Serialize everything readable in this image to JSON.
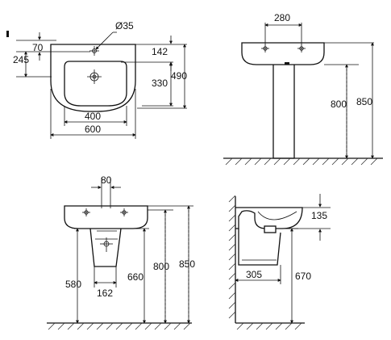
{
  "front_view": {
    "hole_diameter": "Ø35",
    "dim_70": "70",
    "dim_245": "245",
    "dim_142": "142",
    "dim_330": "330",
    "dim_490": "490",
    "dim_400": "400",
    "dim_600": "600"
  },
  "pedestal_side_view": {
    "dim_280": "280",
    "dim_800": "800",
    "dim_850": "850"
  },
  "semi_pedestal_front_view": {
    "dim_80": "80",
    "dim_580": "580",
    "dim_162": "162",
    "dim_660": "660",
    "dim_800": "800",
    "dim_850": "850"
  },
  "semi_pedestal_side_view": {
    "dim_135": "135",
    "dim_305": "305",
    "dim_670": "670"
  },
  "colors": {
    "line": "#111111",
    "background": "#ffffff"
  }
}
